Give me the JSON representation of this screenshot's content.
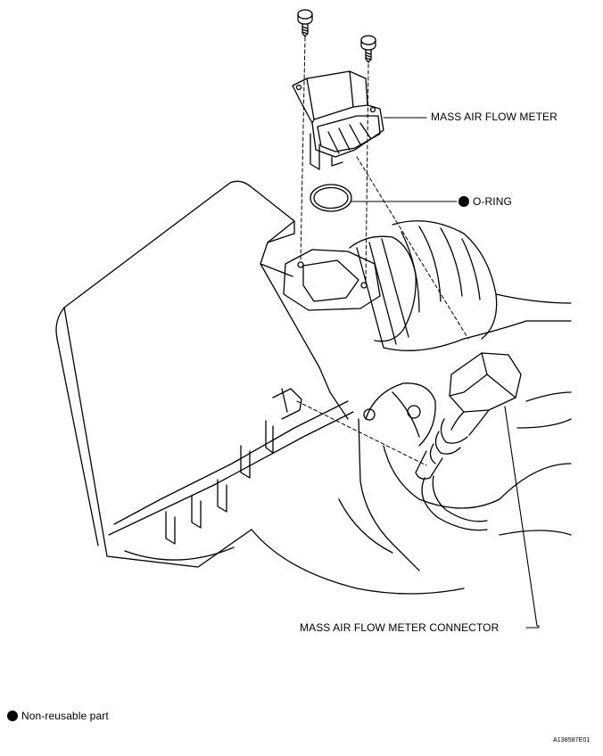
{
  "labels": {
    "mass_air_flow_meter": "MASS AIR FLOW METER",
    "o_ring": "O-RING",
    "connector": "MASS AIR FLOW METER CONNECTOR",
    "legend": "Non-reusable part",
    "figure_code": "A138587E01"
  },
  "colors": {
    "line": "#000000",
    "background": "#ffffff",
    "marker": "#000000"
  },
  "icons": {
    "non_reusable_marker": "filled-circle"
  }
}
